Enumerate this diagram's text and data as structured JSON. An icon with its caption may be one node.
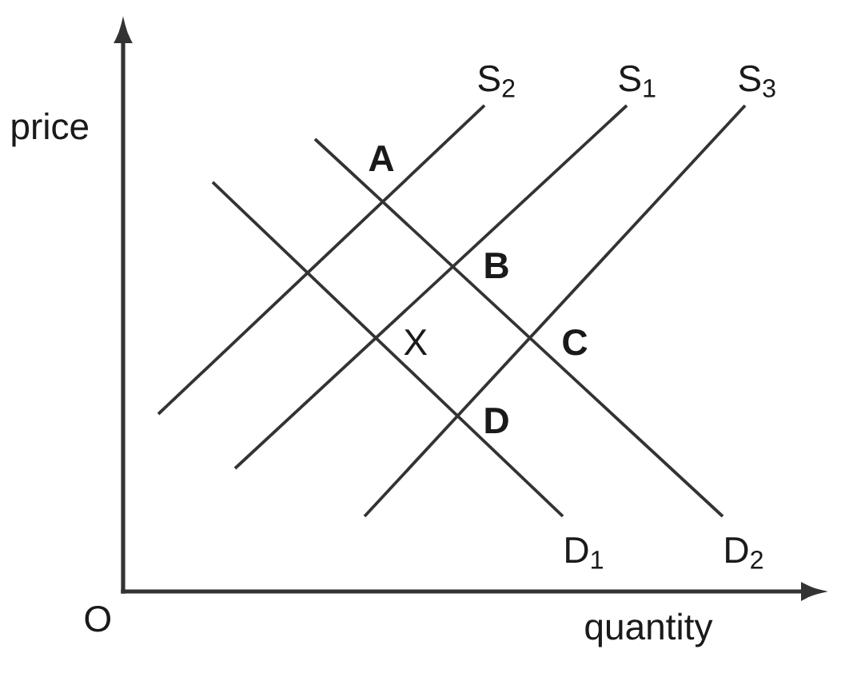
{
  "diagram": {
    "labels": [
      "S$_{2}$",
      "S$_{1}$",
      "S$_{3}$",
      "price",
      "A",
      "B",
      "X",
      "C",
      "D",
      "D$_{1}$",
      "D$_{2}$",
      "O",
      "quantity"
    ]
  }
}
